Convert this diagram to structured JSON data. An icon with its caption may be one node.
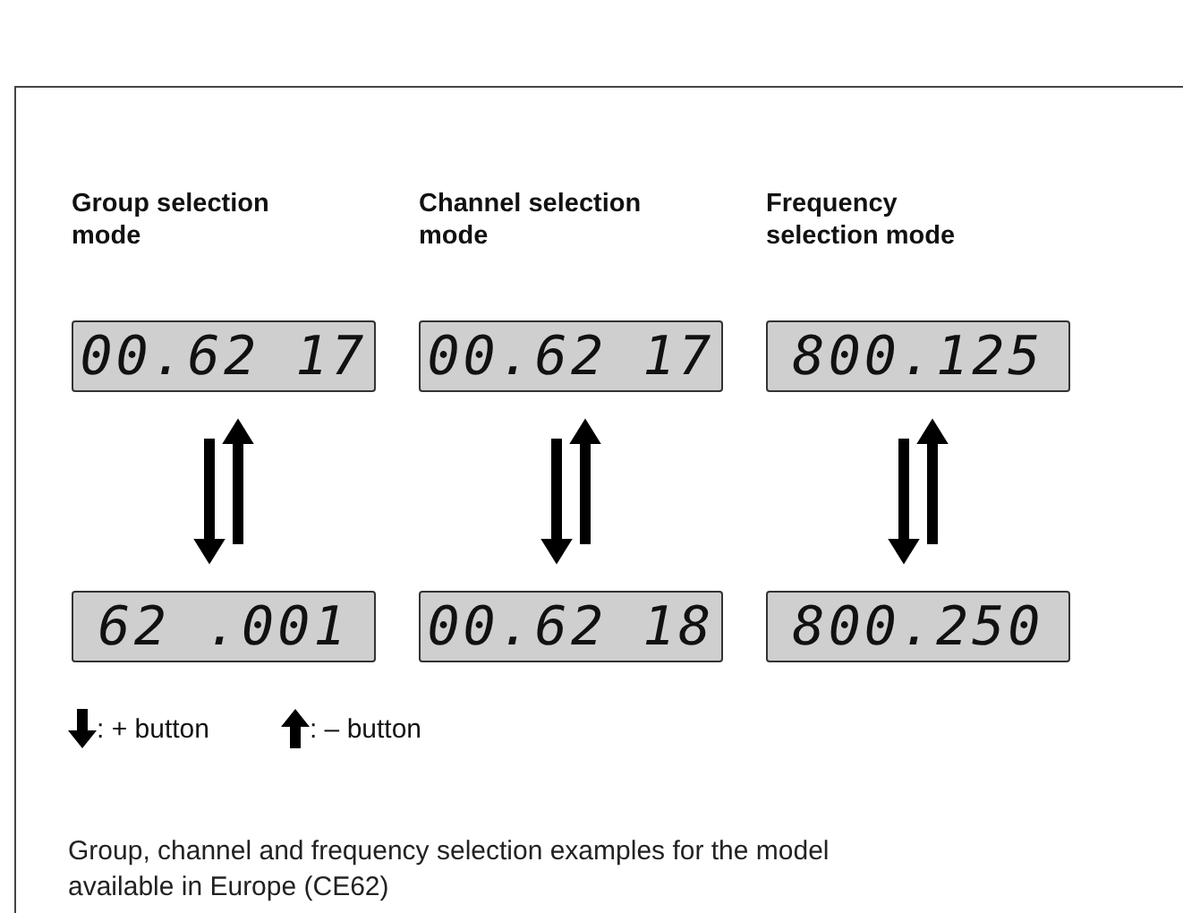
{
  "diagram": {
    "caption": "Group, channel and frequency selection examples for the model available in Europe (CE62)",
    "nodes": [
      {
        "text": [
          "00.62 17"
        ]
      },
      {
        "text": [
          "00.62 17"
        ]
      },
      {
        "text": [
          "800.125"
        ]
      },
      {
        "text": [
          "62 .001"
        ]
      },
      {
        "text": [
          "00.62 18"
        ]
      },
      {
        "text": [
          "800.250"
        ]
      }
    ],
    "edges": [
      {
        "from": 0,
        "to": 3,
        "arrow": "to"
      },
      {
        "from": 3,
        "to": 0,
        "arrow": "to"
      },
      {
        "from": 1,
        "to": 4,
        "arrow": "to"
      },
      {
        "from": 4,
        "to": 1,
        "arrow": "to"
      },
      {
        "from": 2,
        "to": 5,
        "arrow": "to"
      },
      {
        "from": 5,
        "to": 2,
        "arrow": "to"
      }
    ],
    "labels": [
      "Group selection mode",
      "Channel selection mode",
      "Frequency selection mode"
    ],
    "legend": [
      {
        "text": ": + button"
      },
      {
        "text": ": – button"
      }
    ]
  }
}
